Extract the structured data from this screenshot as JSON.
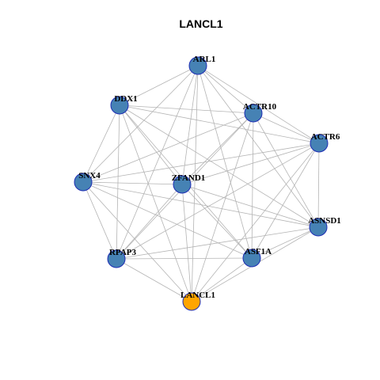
{
  "title": "LANCL1",
  "colors": {
    "node_default": "#4682b4",
    "node_focus": "#ffa500",
    "node_border": "#1e2db4",
    "edge": "#b4b4b4"
  },
  "nodes": [
    {
      "id": "ARL1",
      "label": "ARL1",
      "focus": false
    },
    {
      "id": "DDX1",
      "label": "DDX1",
      "focus": false
    },
    {
      "id": "ACTR10",
      "label": "ACTR10",
      "focus": false
    },
    {
      "id": "ACTR6",
      "label": "ACTR6",
      "focus": false
    },
    {
      "id": "SNX4",
      "label": "SNX4",
      "focus": false
    },
    {
      "id": "ZFAND1",
      "label": "ZFAND1",
      "focus": false
    },
    {
      "id": "ASNSD1",
      "label": "ASNSD1",
      "focus": false
    },
    {
      "id": "RPAP3",
      "label": "RPAP3",
      "focus": false
    },
    {
      "id": "ASF1A",
      "label": "ASF1A",
      "focus": false
    },
    {
      "id": "LANCL1",
      "label": "LANCL1",
      "focus": true
    }
  ],
  "edges": [
    [
      "ARL1",
      "DDX1"
    ],
    [
      "ARL1",
      "ACTR10"
    ],
    [
      "ARL1",
      "ACTR6"
    ],
    [
      "ARL1",
      "SNX4"
    ],
    [
      "ARL1",
      "ZFAND1"
    ],
    [
      "ARL1",
      "ASNSD1"
    ],
    [
      "ARL1",
      "RPAP3"
    ],
    [
      "ARL1",
      "ASF1A"
    ],
    [
      "ARL1",
      "LANCL1"
    ],
    [
      "DDX1",
      "ACTR10"
    ],
    [
      "DDX1",
      "ACTR6"
    ],
    [
      "DDX1",
      "SNX4"
    ],
    [
      "DDX1",
      "ZFAND1"
    ],
    [
      "DDX1",
      "ASNSD1"
    ],
    [
      "DDX1",
      "RPAP3"
    ],
    [
      "DDX1",
      "ASF1A"
    ],
    [
      "DDX1",
      "LANCL1"
    ],
    [
      "ACTR10",
      "ACTR6"
    ],
    [
      "ACTR10",
      "SNX4"
    ],
    [
      "ACTR10",
      "ZFAND1"
    ],
    [
      "ACTR10",
      "ASNSD1"
    ],
    [
      "ACTR10",
      "RPAP3"
    ],
    [
      "ACTR10",
      "ASF1A"
    ],
    [
      "ACTR10",
      "LANCL1"
    ],
    [
      "ACTR6",
      "SNX4"
    ],
    [
      "ACTR6",
      "ZFAND1"
    ],
    [
      "ACTR6",
      "ASNSD1"
    ],
    [
      "ACTR6",
      "RPAP3"
    ],
    [
      "ACTR6",
      "ASF1A"
    ],
    [
      "ACTR6",
      "LANCL1"
    ],
    [
      "SNX4",
      "ZFAND1"
    ],
    [
      "SNX4",
      "ASNSD1"
    ],
    [
      "SNX4",
      "RPAP3"
    ],
    [
      "SNX4",
      "ASF1A"
    ],
    [
      "SNX4",
      "LANCL1"
    ],
    [
      "ZFAND1",
      "ASNSD1"
    ],
    [
      "ZFAND1",
      "RPAP3"
    ],
    [
      "ZFAND1",
      "ASF1A"
    ],
    [
      "ZFAND1",
      "LANCL1"
    ],
    [
      "ASNSD1",
      "RPAP3"
    ],
    [
      "ASNSD1",
      "ASF1A"
    ],
    [
      "ASNSD1",
      "LANCL1"
    ],
    [
      "RPAP3",
      "ASF1A"
    ],
    [
      "RPAP3",
      "LANCL1"
    ],
    [
      "ASF1A",
      "LANCL1"
    ]
  ]
}
